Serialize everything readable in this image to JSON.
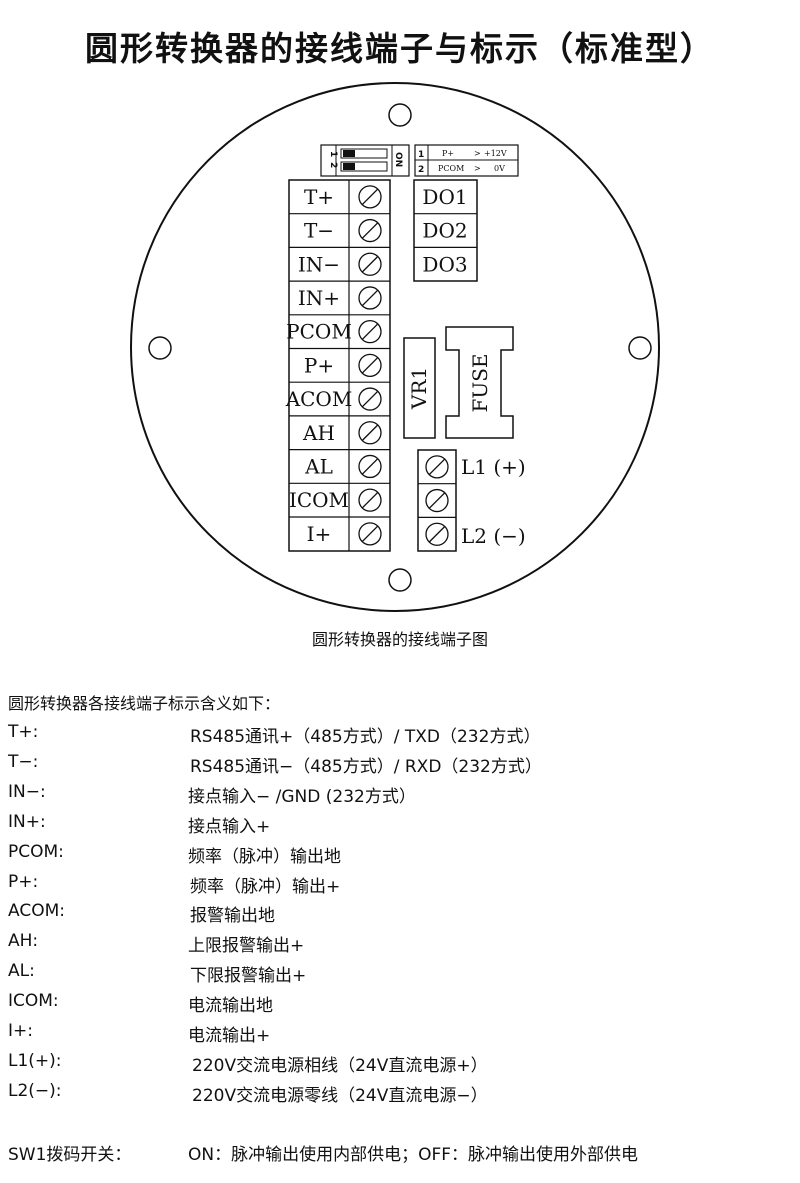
{
  "title": "圆形转换器的接线端子与标示（标准型）",
  "caption": "圆形转换器的接线端子图",
  "diagram": {
    "switch_label": "ON",
    "switch_numbers": [
      "1",
      "2"
    ],
    "switch_table": [
      {
        "n": "1",
        "name": "P+",
        "arrow": ">",
        "value": "+12V"
      },
      {
        "n": "2",
        "name": "PCOM",
        "arrow": ">",
        "value": "0V"
      }
    ],
    "terminals": [
      "T+",
      "T−",
      "IN−",
      "IN+",
      "PCOM",
      "P+",
      "ACOM",
      "AH",
      "AL",
      "ICOM",
      "I+"
    ],
    "do_labels": [
      "DO1",
      "DO2",
      "DO3"
    ],
    "vr_label": "VR1",
    "fuse_label": "FUSE",
    "power_labels": [
      "L1 (+)",
      "L2 (−)"
    ]
  },
  "legend": {
    "intro": "圆形转换器各接线端子标示含义如下：",
    "rows": [
      {
        "key": "T+:",
        "value": "RS485通讯+（485方式）/ TXD（232方式）"
      },
      {
        "key": "T−:",
        "value": "RS485通讯−（485方式）/ RXD（232方式）"
      },
      {
        "key": "IN−:",
        "value": "接点输入− /GND (232方式）"
      },
      {
        "key": "IN+:",
        "value": "接点输入+"
      },
      {
        "key": "PCOM:",
        "value": "频率（脉冲）输出地"
      },
      {
        "key": "P+:",
        "value": "频率（脉冲）输出+"
      },
      {
        "key": "ACOM:",
        "value": "报警输出地"
      },
      {
        "key": "AH:",
        "value": "上限报警输出+"
      },
      {
        "key": "AL:",
        "value": "下限报警输出+"
      },
      {
        "key": "ICOM:",
        "value": "电流输出地"
      },
      {
        "key": "I+:",
        "value": "电流输出+"
      },
      {
        "key": "L1(+):",
        "value": "220V交流电源相线（24V直流电源+）"
      },
      {
        "key": "L2(−):",
        "value": "220V交流电源零线（24V直流电源−）"
      }
    ],
    "switch_key": "SW1拨码开关：",
    "switch_value": "ON：脉冲输出使用内部供电；OFF：脉冲输出使用外部供电"
  }
}
